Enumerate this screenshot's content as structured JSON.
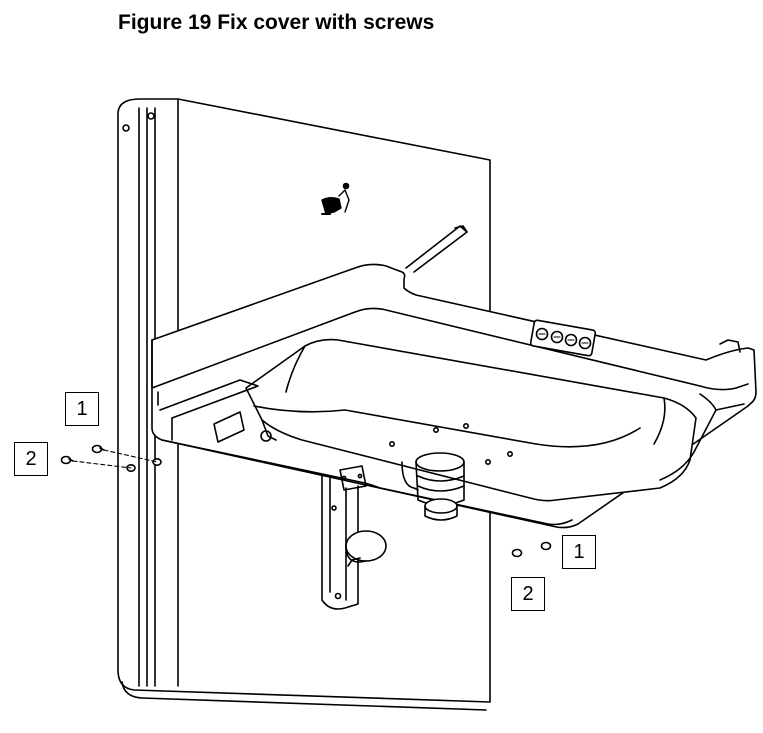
{
  "figure": {
    "caption": "Figure 19 Fix cover with screws"
  },
  "callouts": {
    "left_top": "1",
    "left_bottom": "2",
    "right_top": "1",
    "right_bottom": "2"
  },
  "drawing": {
    "style": "line-art",
    "line_color": "#000000",
    "background": "#ffffff",
    "icon": "person-with-sink-pictogram"
  }
}
